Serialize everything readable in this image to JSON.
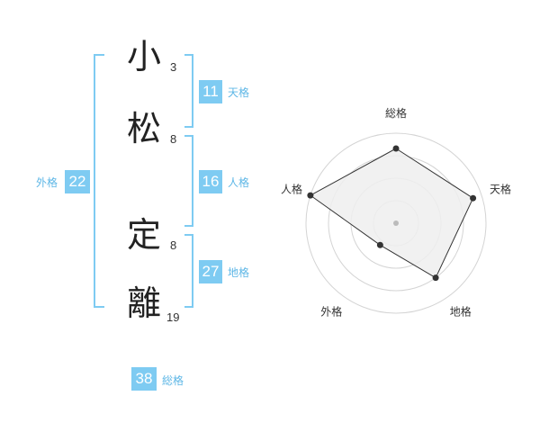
{
  "name": {
    "chars": [
      {
        "char": "小",
        "strokes": "3"
      },
      {
        "char": "松",
        "strokes": "8"
      },
      {
        "char": "定",
        "strokes": "8"
      },
      {
        "char": "離",
        "strokes": "19"
      }
    ]
  },
  "fortunes": {
    "tenkaku": {
      "value": "11",
      "label": "天格"
    },
    "jinkaku": {
      "value": "16",
      "label": "人格"
    },
    "chikaku": {
      "value": "27",
      "label": "地格"
    },
    "gaikaku": {
      "value": "22",
      "label": "外格"
    },
    "soukaku": {
      "value": "38",
      "label": "総格"
    }
  },
  "colors": {
    "accent": "#7ecbf2",
    "polygon_fill": "#eeeeee",
    "ring": "#d4d4d4"
  },
  "chart_data": {
    "type": "radar",
    "axes": [
      "総格",
      "天格",
      "地格",
      "外格",
      "人格"
    ],
    "values": [
      0.83,
      0.9,
      0.75,
      0.3,
      1.0
    ],
    "range": [
      0,
      1
    ],
    "rings": 4
  }
}
